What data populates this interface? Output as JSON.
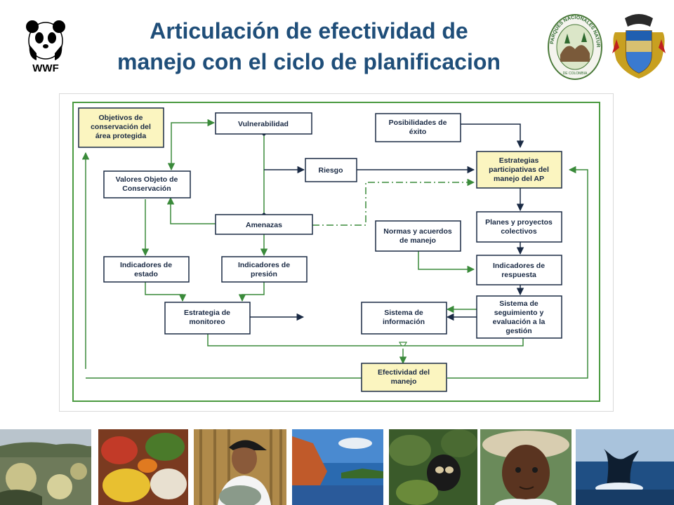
{
  "header": {
    "title_line1": "Articulación de efectividad de",
    "title_line2": "manejo con el ciclo de planificacion"
  },
  "logos": {
    "wwf_text": "WWF",
    "parques_ring_top": "PARQUES NACIONALES NATURALES",
    "parques_ring_bottom": "DE COLOMBIA"
  },
  "diagram": {
    "boxes": {
      "objetivos": [
        "Objetivos de",
        "conservación del",
        "área protegida"
      ],
      "valores": [
        "Valores Objeto de",
        "Conservación"
      ],
      "vulnerabilidad": [
        "Vulnerabilidad"
      ],
      "riesgo": [
        "Riesgo"
      ],
      "amenazas": [
        "Amenazas"
      ],
      "posibilidades": [
        "Posibilidades de",
        "éxito"
      ],
      "estrategias": [
        "Estrategias",
        "participativas del",
        "manejo del AP"
      ],
      "planes": [
        "Planes y proyectos",
        "colectivos"
      ],
      "normas": [
        "Normas y acuerdos",
        "de manejo"
      ],
      "ind_estado": [
        "Indicadores de",
        "estado"
      ],
      "ind_presion": [
        "Indicadores de",
        "presión"
      ],
      "ind_respuesta": [
        "Indicadores de",
        "respuesta"
      ],
      "estrategia_monitoreo": [
        "Estrategia de",
        "monitoreo"
      ],
      "sistema_informacion": [
        "Sistema de",
        "información"
      ],
      "sistema_seguimiento": [
        "Sistema de",
        "seguimiento y",
        "evaluación a la",
        "gestión"
      ],
      "efectividad": [
        "Efectividad del",
        "manejo"
      ]
    }
  },
  "colors": {
    "title": "#1f4e79",
    "box_highlight": "#fbf5c0",
    "box_border": "#1a2a44",
    "arrow_green": "#3a8a3a",
    "arrow_dark": "#1a2a44",
    "frame_green": "#4a9a40"
  },
  "photos": [
    "paramo-landscape",
    "fruit-market",
    "person-with-cap",
    "coastal-cliffs",
    "spectacled-bear",
    "child-with-hat",
    "whale-tail"
  ]
}
